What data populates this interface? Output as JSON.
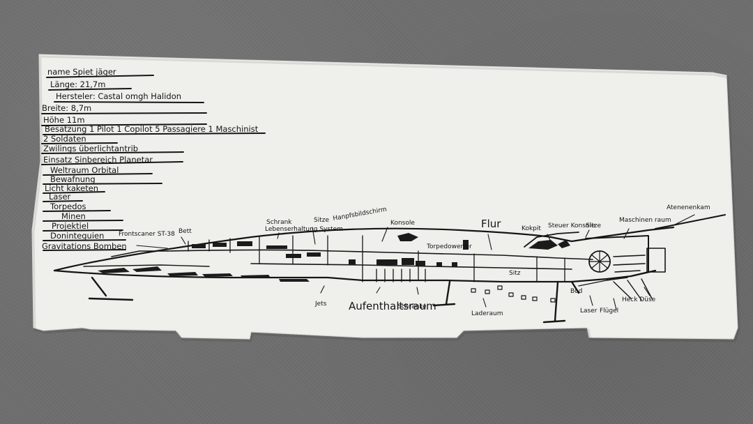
{
  "specs": [
    "name  Spiet jäger",
    "Länge: 21,7m",
    "Hersteler: Castal omgh Halidon",
    "Breite: 8,7m",
    "Höhe 11m",
    "Besatzung 1 Pilot 1 Copilot 5 Passagiere 1 Maschinist",
    "2 Soldaten",
    "Zwilings überlichtantrib",
    "Einsatz Sinbereich Planetar",
    "Weltraum Orbital",
    "Bewafnung",
    "Licht kaketen",
    "Laser",
    "Torpedos",
    "Minen",
    "Projektiel",
    "Doninteguien",
    "Gravitations Bomben"
  ],
  "labels": {
    "frontscanner": "Frontscaner ST-38",
    "bett": "Bett",
    "schrank": "Schrank",
    "lebenserhaltung": "Lebenserhaltung System",
    "sitze": "Sitze",
    "hanpfsbildschirm": "Hanpfsbildschirm",
    "konsole": "Konsole",
    "torpedowerfer": "Torpedowerfer",
    "flur": "Flur",
    "kokpit": "Kokpit",
    "steuer": "Steuer Konsole",
    "sitze2": "Sitze",
    "maschinenraum": "Maschinen raum",
    "atenenenkam": "Atenenenkam",
    "jets": "Jets",
    "aufenthaltsraum": "Aufenthaltsraum",
    "schraenke": "Schränke",
    "laderaum": "Laderaum",
    "laser": "Laser",
    "fluegel": "Flügel",
    "heckduese": "Heck Düse",
    "bod": "Bod",
    "sitz": "Sitz"
  }
}
